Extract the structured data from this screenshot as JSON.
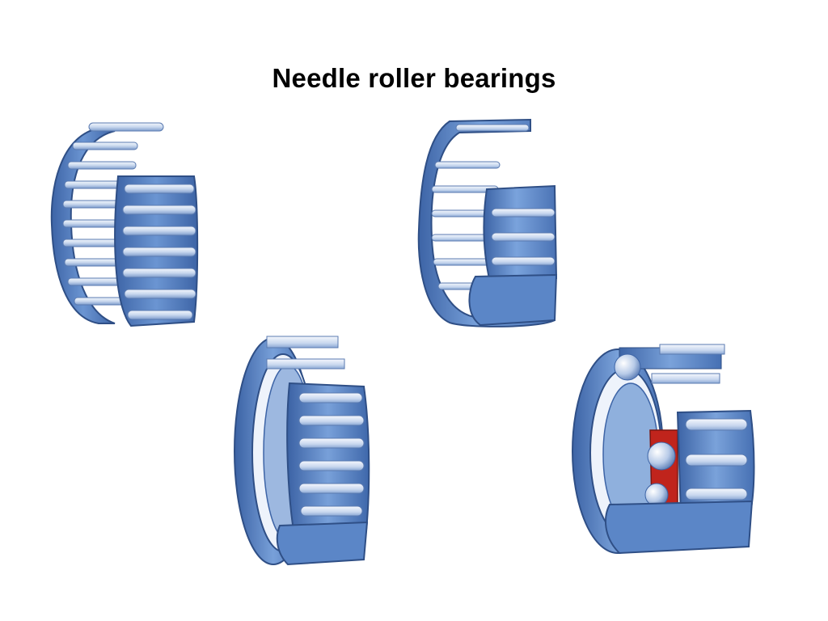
{
  "slide": {
    "title": "Needle roller bearings"
  },
  "illustrations": [
    {
      "name": "needle-roller-cage-assembly-illustration",
      "icon": "bearing-cage-icon"
    },
    {
      "name": "drawn-cup-needle-roller-bearing-illustration",
      "icon": "bearing-drawn-cup-icon"
    },
    {
      "name": "needle-roller-bearing-with-inner-ring-illustration",
      "icon": "bearing-with-ring-icon"
    },
    {
      "name": "combined-needle-roller-ball-bearing-illustration",
      "icon": "bearing-combined-icon"
    }
  ],
  "colors": {
    "steel_blue": "#5b86c7",
    "steel_dark": "#2f4f86",
    "roller_light": "#dfe9f7",
    "seal_red": "#c0241c"
  }
}
